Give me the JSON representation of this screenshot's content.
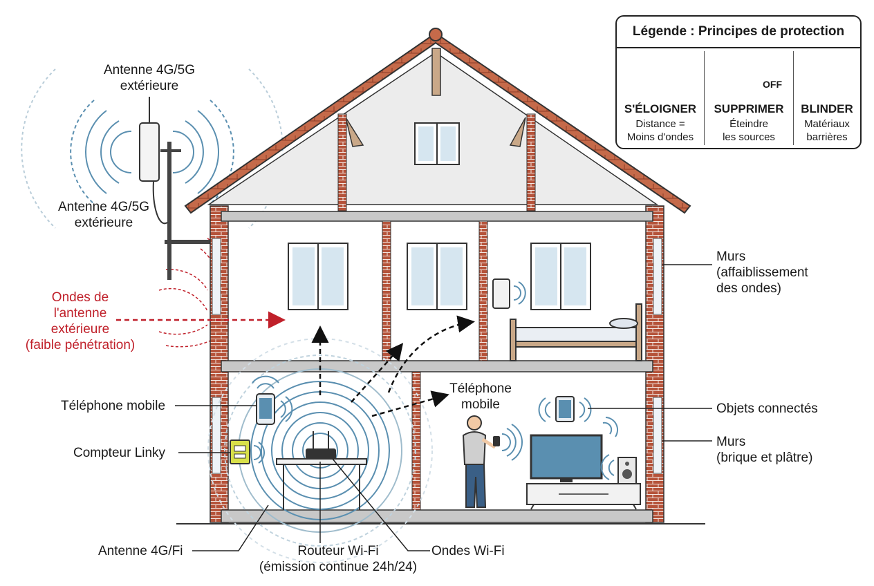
{
  "labels": {
    "antenna_top_line1": "Antenne 4G/5G",
    "antenna_top_line2": "extérieure",
    "antenna_mid_line1": "Antenne 4G/5G",
    "antenna_mid_line2": "extérieure",
    "waves_line1": "Ondes de",
    "waves_line2": "l'antenne",
    "waves_line3": "extérieure",
    "waves_line4": "(faible pénétration)",
    "phone_left": "Téléphone mobile",
    "linky": "Compteur Linky",
    "antenna_bottom": "Antenne 4G/Fi",
    "router_line1": "Routeur Wi-Fi",
    "router_line2": "(émission continue 24h/24)",
    "wifi_waves": "Ondes Wi-Fi",
    "phone_center_line1": "Téléphone",
    "phone_center_line2": "mobile",
    "walls_top_line1": "Murs",
    "walls_top_line2": "(affaiblissement",
    "walls_top_line3": "des ondes)",
    "connected": "Objets connectés",
    "walls_bottom_line1": "Murs",
    "walls_bottom_line2": "(brique et plâtre)"
  },
  "legend": {
    "title": "Légende : Principes de protection",
    "off_badge": "OFF",
    "items": [
      {
        "title": "S'ÉLOIGNER",
        "line1": "Distance =",
        "line2": "Moins d'ondes",
        "icon": "distance-icon"
      },
      {
        "title": "SUPPRIMER",
        "line1": "Éteindre",
        "line2": "les sources",
        "icon": "off-switch-icon"
      },
      {
        "title": "BLINDER",
        "line1": "Matériaux",
        "line2": "barrières",
        "icon": "shield-icon"
      }
    ]
  },
  "colors": {
    "brick": "#b5533a",
    "roof": "#c56a4a",
    "wave_blue": "#5a8fb0",
    "wave_red": "#c0202a",
    "linky_yellow": "#d8e04a"
  }
}
